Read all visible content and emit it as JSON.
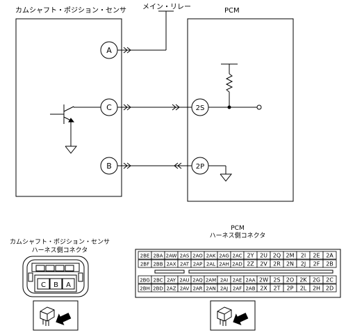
{
  "top": {
    "sensor_label": "カムシャフト・ポジション・センサ",
    "relay_label": "メイン・リレー",
    "pcm_label": "PCM"
  },
  "sensor_pins": [
    "A",
    "C",
    "B"
  ],
  "pcm_pins": [
    "2S",
    "2P"
  ],
  "bottom": {
    "sensor_connector_title": [
      "カムシャフト・ポジション・センサ",
      "ハーネス側コネクタ"
    ],
    "sensor_connector_pins": [
      "C",
      "B",
      "A"
    ],
    "pcm_connector_title": [
      "PCM",
      "ハーネス側コネクタ"
    ],
    "pcm_connector_rows": [
      [
        "2BE",
        "2BA",
        "2AW",
        "2AS",
        "2AO",
        "2AK",
        "2AG",
        "2AC",
        "2Y",
        "2U",
        "2Q",
        "2M",
        "2I",
        "2E",
        "2A"
      ],
      [
        "2BF",
        "2BB",
        "2AX",
        "2AT",
        "2AP",
        "2AL",
        "2AH",
        "2AD",
        "2Z",
        "2V",
        "2R",
        "2N",
        "2J",
        "2F",
        "2B"
      ],
      [
        "2BG",
        "2BC",
        "2AY",
        "2AU",
        "2AQ",
        "2AM",
        "2AI",
        "2AE",
        "2AA",
        "2W",
        "2S",
        "2O",
        "2K",
        "2G",
        "2C"
      ],
      [
        "2BH",
        "2BD",
        "2AZ",
        "2AV",
        "2AR",
        "2AN",
        "2AJ",
        "2AF",
        "2AB",
        "2X",
        "2T",
        "2P",
        "2L",
        "2H",
        "2D"
      ]
    ]
  }
}
